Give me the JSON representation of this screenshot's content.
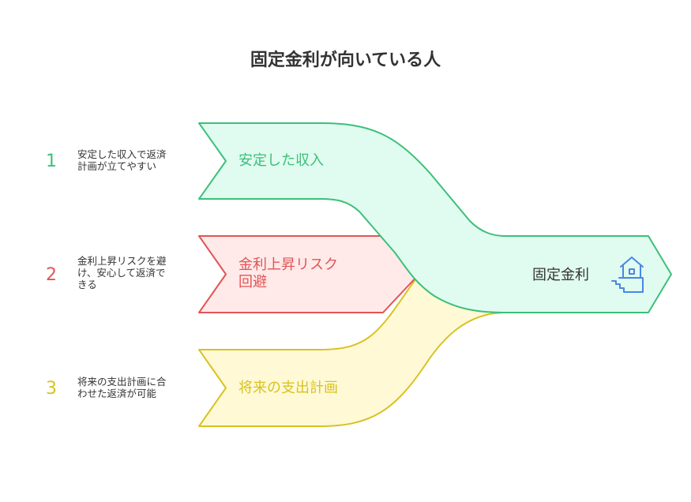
{
  "title": "固定金利が向いている人",
  "destination": {
    "label": "固定金利",
    "icon": "house-stairs-icon",
    "icon_color": "#4a86e8"
  },
  "items": [
    {
      "number": "1",
      "description": "安定した収入で返済\n計画が立てやすい",
      "label": "安定した収入",
      "color": "#3dbf7a",
      "fill": "#e0fbef"
    },
    {
      "number": "2",
      "description": "金利上昇リスクを避\nけ、安心して返済で\nきる",
      "label": "金利上昇リスク\n回避",
      "color": "#e05555",
      "fill": "#ffe9e9"
    },
    {
      "number": "3",
      "description": "将来の支出計画に合\nわせた返済が可能",
      "label": "将来の支出計画",
      "color": "#d9c21f",
      "fill": "#fff9d6"
    }
  ]
}
